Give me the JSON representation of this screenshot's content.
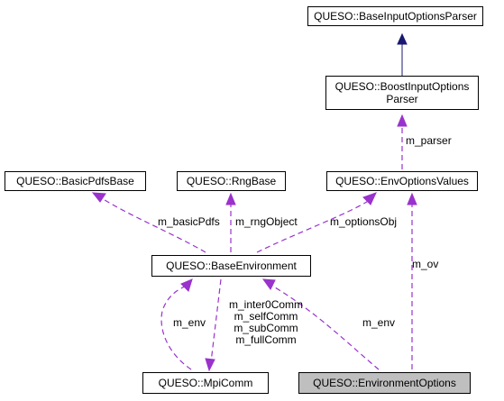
{
  "colors": {
    "inherit": "#191970",
    "use": "#9a32cd",
    "highlight_fill": "#bfbfbf",
    "node_border": "#000000"
  },
  "nodes": {
    "base_input_options_parser": "QUESO::BaseInputOptionsParser",
    "boost_input_options_parser": "QUESO::BoostInputOptions\nParser",
    "basic_pdfs_base": "QUESO::BasicPdfsBase",
    "rng_base": "QUESO::RngBase",
    "env_options_values": "QUESO::EnvOptionsValues",
    "base_environment": "QUESO::BaseEnvironment",
    "mpi_comm": "QUESO::MpiComm",
    "environment_options": "QUESO::EnvironmentOptions"
  },
  "edge_labels": {
    "m_parser": "m_parser",
    "m_basicPdfs": "m_basicPdfs",
    "m_rngObject": "m_rngObject",
    "m_optionsObj": "m_optionsObj",
    "m_ov": "m_ov",
    "m_env_base_to_mpi": "m_env",
    "m_env_base_to_envopts": "m_env",
    "mpi_comms": "m_inter0Comm\nm_selfComm\nm_subComm\nm_fullComm"
  }
}
